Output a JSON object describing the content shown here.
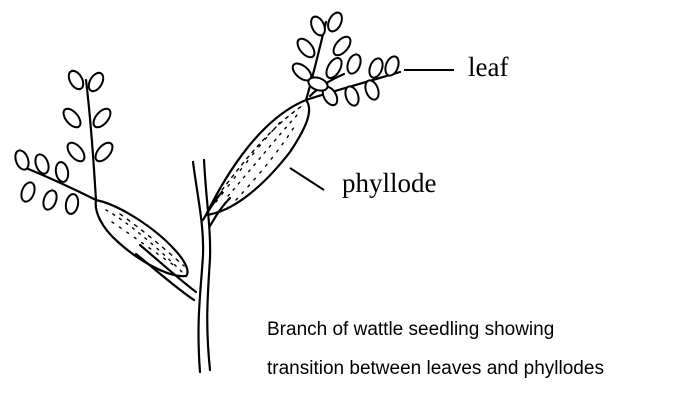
{
  "diagram": {
    "labels": {
      "leaf": "leaf",
      "phyllode": "phyllode"
    },
    "caption": {
      "line1": "Branch of wattle seedling showing",
      "line2": "transition between leaves and phyllodes"
    }
  }
}
